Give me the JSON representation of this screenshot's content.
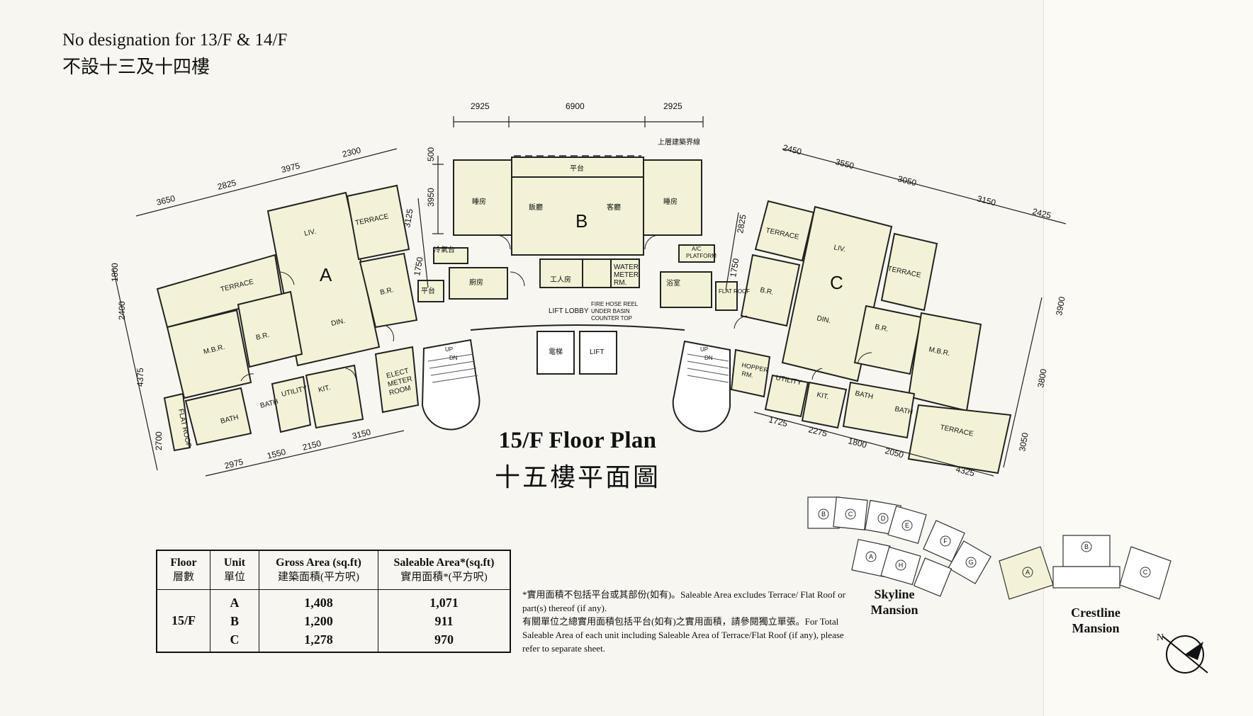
{
  "notice": {
    "en": "No designation for 13/F & 14/F",
    "zh": "不設十三及十四樓"
  },
  "plan": {
    "title_en": "15/F Floor Plan",
    "title_zh": "十五樓平面圖",
    "units": [
      "A",
      "B",
      "C"
    ],
    "dims": {
      "b_top": [
        "2925",
        "6900",
        "2925"
      ],
      "b_side": [
        "500",
        "3950"
      ],
      "a_top": [
        "3650",
        "2825",
        "3975",
        "2300"
      ],
      "a_side": [
        "1800",
        "2400",
        "4375",
        "2700"
      ],
      "a_bottom": [
        "2975",
        "1550",
        "2150",
        "3150"
      ],
      "a_right": [
        "3125",
        "1750"
      ],
      "c_top": [
        "2450",
        "3550",
        "3050",
        "3150",
        "2425"
      ],
      "c_left": [
        "2825",
        "1750"
      ],
      "c_right": [
        "3900",
        "3800",
        "3050"
      ],
      "c_bottom": [
        "1725",
        "2275",
        "1800",
        "2050",
        "4325"
      ]
    },
    "rooms": {
      "liv": "LIV.",
      "din": "DIN.",
      "terrace": "TERRACE",
      "br": "B.R.",
      "mbr": "M.B.R.",
      "bath": "BATH",
      "utility": "UTILITY",
      "kit": "KIT.",
      "flat_roof": "FLAT ROOF",
      "elect_meter": [
        "ELECT",
        "METER",
        "ROOM"
      ],
      "water_meter": [
        "WATER",
        "METER",
        "RM."
      ],
      "lift_lobby": "LIFT LOBBY",
      "fire_hose": [
        "FIRE HOSE REEL",
        "UNDER BASIN",
        "COUNTER TOP"
      ],
      "lift": "LIFT",
      "lift_zh": "電梯",
      "hopper": [
        "HOPPER",
        "RM."
      ],
      "ac_platform": [
        "A/C",
        "PLATFORM"
      ],
      "up": "UP",
      "dn": "DN",
      "b_bedroom": "睡房",
      "b_dining": "飯廳",
      "b_living": "客廳",
      "b_platform": "平台",
      "b_kitchen": "廚房",
      "b_maid": "工人房",
      "b_bath": "浴室",
      "b_ac": "冷氣台",
      "b_upper_line": "上層建築界線"
    }
  },
  "table": {
    "headers": [
      {
        "en": "Floor",
        "zh": "層數"
      },
      {
        "en": "Unit",
        "zh": "單位"
      },
      {
        "en": "Gross Area (sq.ft)",
        "zh": "建築面積(平方呎)"
      },
      {
        "en": "Saleable Area*(sq.ft)",
        "zh": "實用面積*(平方呎)"
      }
    ],
    "floor": "15/F",
    "rows": [
      {
        "unit": "A",
        "gross": "1,408",
        "saleable": "1,071"
      },
      {
        "unit": "B",
        "gross": "1,200",
        "saleable": "911"
      },
      {
        "unit": "C",
        "gross": "1,278",
        "saleable": "970"
      }
    ]
  },
  "note": {
    "line1": "*實用面積不包括平台或其部份(如有)。Saleable Area excludes Terrace/ Flat Roof or part(s) thereof (if any).",
    "line2": "有關單位之總實用面積包括平台(如有)之實用面積，請參閱獨立單張。For Total Saleable Area of each unit including Saleable Area of Terrace/Flat Roof (if any), please refer to separate sheet."
  },
  "key_plans": {
    "skyline": {
      "label": [
        "Skyline",
        "Mansion"
      ],
      "units": [
        "B",
        "C",
        "D",
        "E",
        "F",
        "G",
        "A",
        "H"
      ]
    },
    "crestline": {
      "label": [
        "Crestline",
        "Mansion"
      ],
      "units": [
        "A",
        "B",
        "C"
      ]
    }
  },
  "north": "N",
  "colors": {
    "fill": "#f4f2d6",
    "line": "#222222",
    "paper": "#f7f6f0"
  }
}
